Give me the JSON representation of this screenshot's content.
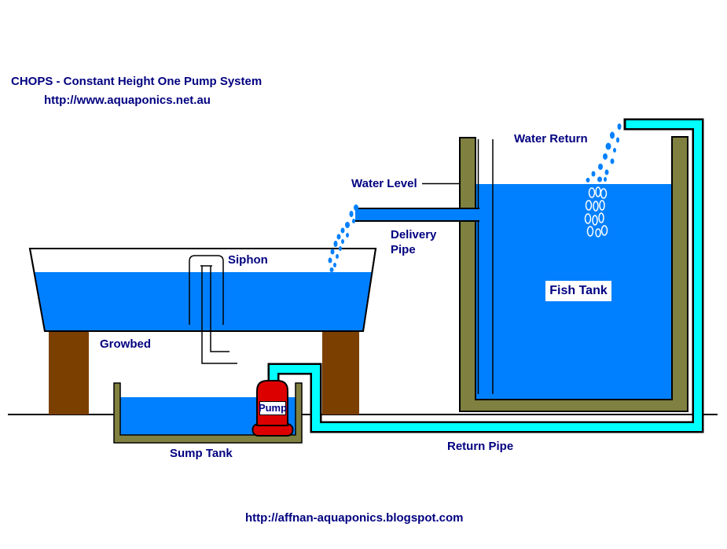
{
  "header": {
    "title_line1": "CHOPS - Constant Height One Pump System",
    "title_line2": "http://www.aquaponics.net.au"
  },
  "labels": {
    "water_return": "Water Return",
    "water_level": "Water Level",
    "delivery_pipe_line1": "Delivery",
    "delivery_pipe_line2": "Pipe",
    "siphon": "Siphon",
    "growbed": "Growbed",
    "fish_tank": "Fish Tank",
    "pump": "Pump",
    "sump_tank": "Sump Tank",
    "return_pipe": "Return Pipe"
  },
  "footer": {
    "url": "http://affnan-aquaponics.blogspot.com"
  },
  "colors": {
    "text_navy": "#000080",
    "water_blue": "#0080FF",
    "pipe_cyan": "#00FFFF",
    "tank_olive": "#808040",
    "leg_brown": "#7B3F00",
    "pump_red": "#DD0000",
    "outline_black": "#000000",
    "background": "#FFFFFF"
  }
}
